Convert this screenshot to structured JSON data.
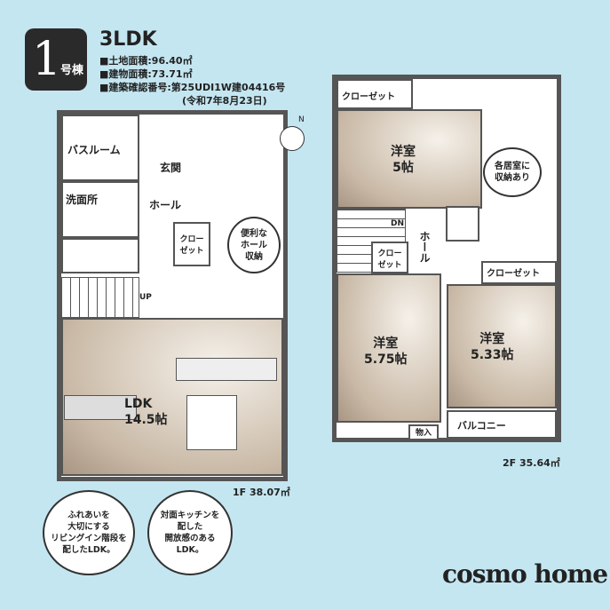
{
  "header": {
    "building_num": "1",
    "building_suffix": "号棟",
    "layout": "3LDK",
    "land_area": "■土地面積:96.40㎡",
    "building_area": "■建物面積:73.71㎡",
    "permit": "■建築確認番号:第25UDI1W建04416号",
    "permit_date": "(令和7年8月23日)"
  },
  "floor1": {
    "area": "1F 38.07㎡",
    "bath": "バスルーム",
    "entrance": "玄関",
    "washroom": "洗面所",
    "hall": "ホール",
    "closet": "クロー\nゼット",
    "up": "UP",
    "ldk": "LDK",
    "ldk_size": "14.5帖"
  },
  "floor2": {
    "area": "2F 35.64㎡",
    "closet_top": "クローゼット",
    "room1": "洋室",
    "room1_size": "5帖",
    "down": "DN",
    "hall": "ホール",
    "closet_small": "クロー\nゼット",
    "room2": "洋室",
    "room2_size": "5.75帖",
    "room3": "洋室",
    "room3_size": "5.33帖",
    "closet_right": "クローゼット",
    "storage": "物入",
    "balcony": "バルコニー"
  },
  "bubbles": {
    "hall_storage": "便利な\nホール\n収納",
    "room_storage": "各居室に\n収納あり",
    "living_stairs": "ふれあいを\n大切にする\nリビングイン階段を\n配したLDK。",
    "kitchen": "対面キッチンを\n配した\n開放感のある\nLDK。"
  },
  "compass": "N",
  "brand": "cosmo home"
}
